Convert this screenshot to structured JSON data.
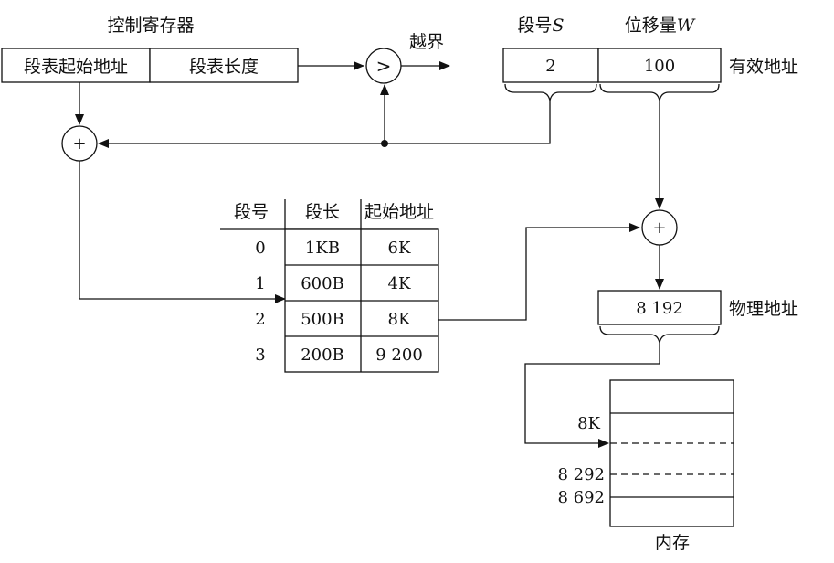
{
  "control_register": {
    "title": "控制寄存器",
    "segtable_start_label": "段表起始地址",
    "segtable_length_label": "段表长度"
  },
  "comparator": {
    "symbol": ">",
    "out_label": "越界"
  },
  "adders": {
    "symbol": "+"
  },
  "effective_address": {
    "seg_header": "段号",
    "seg_var": "S",
    "offset_header": "位移量",
    "offset_var": "W",
    "seg_value": "2",
    "offset_value": "100",
    "label": "有效地址"
  },
  "segment_table": {
    "headers": [
      "段号",
      "段长",
      "起始地址"
    ],
    "rows": [
      {
        "seg": "0",
        "length": "1KB",
        "start": "6K"
      },
      {
        "seg": "1",
        "length": "600B",
        "start": "4K"
      },
      {
        "seg": "2",
        "length": "500B",
        "start": "8K"
      },
      {
        "seg": "3",
        "length": "200B",
        "start": "9 200"
      }
    ]
  },
  "physical_address": {
    "value": "8 192",
    "label": "物理地址"
  },
  "memory": {
    "label": "内存",
    "marks": [
      "8K",
      "8 292",
      "8 692"
    ]
  }
}
